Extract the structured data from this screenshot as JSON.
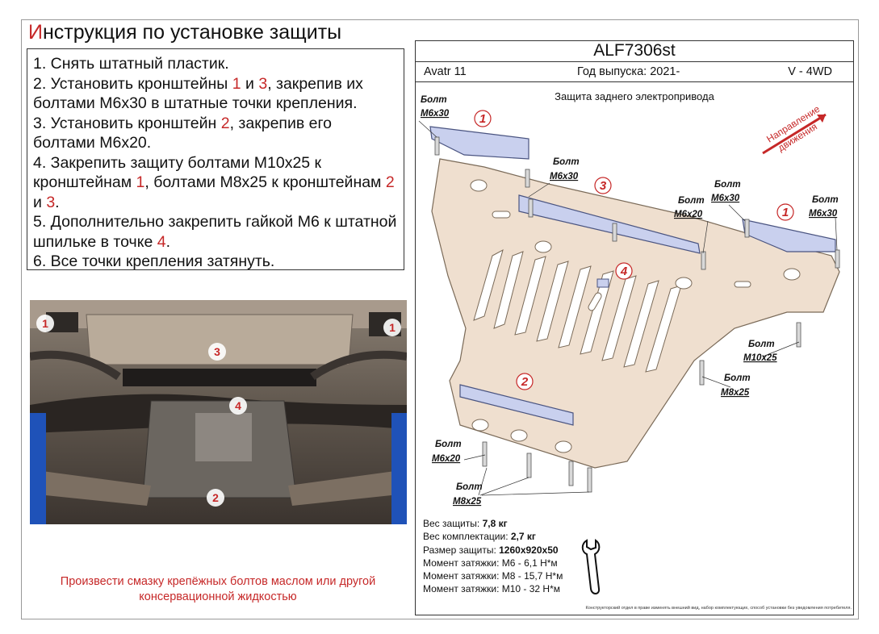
{
  "title": {
    "first_letter": "И",
    "rest": "нструкция по установке защиты"
  },
  "steps": [
    [
      {
        "t": "1. Снять штатный пластик."
      }
    ],
    [
      {
        "t": "2. Установить кронштейны "
      },
      {
        "t": "1",
        "r": true
      },
      {
        "t": " и "
      },
      {
        "t": "3",
        "r": true
      },
      {
        "t": ", закрепив их болтами М6х30 в штатные точки крепления."
      }
    ],
    [
      {
        "t": "3. Установить кронштейн "
      },
      {
        "t": "2",
        "r": true
      },
      {
        "t": ", закрепив его болтами М6х20."
      }
    ],
    [
      {
        "t": "4. Закрепить защиту болтами М10х25 к кронштейнам "
      },
      {
        "t": "1",
        "r": true
      },
      {
        "t": ", болтами М8х25 к кронштейнам "
      },
      {
        "t": "2",
        "r": true
      },
      {
        "t": " и "
      },
      {
        "t": "3",
        "r": true
      },
      {
        "t": "."
      }
    ],
    [
      {
        "t": "5. Дополнительно закрепить гайкой М6 к штатной шпильке в точке "
      },
      {
        "t": "4",
        "r": true
      },
      {
        "t": "."
      }
    ],
    [
      {
        "t": "6. Все точки крепления затянуть."
      }
    ]
  ],
  "photo_markers": [
    "1",
    "1",
    "3",
    "4",
    "2"
  ],
  "warning": "Произвести смазку крепёжных болтов маслом или другой консервационной жидкостью",
  "header": {
    "code": "ALF7306st",
    "model": "Avatr 11",
    "year": "Год выпуска: 2021-",
    "engine": "V - 4WD"
  },
  "diagram": {
    "subtitle": "Защита заднего электропривода",
    "direction_line1": "Направление",
    "direction_line2": "движения",
    "bracket_labels": [
      "1",
      "3",
      "1",
      "4",
      "2"
    ],
    "bolt_word": "Болт",
    "bolts": {
      "m6x30_a": "М6х30",
      "m6x30_b": "М6х30",
      "m6x30_c": "М6х30",
      "m6x20_a": "М6х20",
      "m10x25": "М10х25",
      "m8x25_a": "М8х25",
      "m6x20_b": "М6х20",
      "m8x25_b": "М8х25"
    }
  },
  "specs": {
    "weight_label": "Вес защиты: ",
    "weight_value": "7,8 кг",
    "kit_label": "Вес комплектации: ",
    "kit_value": "2,7 кг",
    "size_label": "Размер защиты: ",
    "size_value": "1260х920х50",
    "torque1": "Момент затяжки: М6 - 6,1 Н*м",
    "torque2": "Момент затяжки: М8 - 15,7 Н*м",
    "torque3": "Момент затяжки: М10 - 32 Н*м"
  },
  "footnote": "Конструкторский отдел в праве изменять внешний вид, набор комплектующих, способ установки без уведомления потребителя.",
  "colors": {
    "accent_red": "#c62828",
    "plate_fill": "#efdfcf",
    "bracket_fill": "#c9d0ee"
  }
}
